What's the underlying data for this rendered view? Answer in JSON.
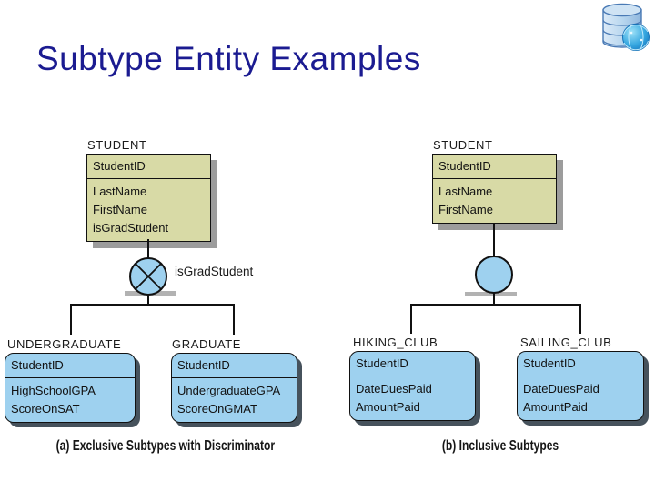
{
  "slide": {
    "title": "Subtype Entity Examples",
    "title_color": "#1b1b91",
    "background_color": "#ffffff"
  },
  "icons": {
    "corner": "database-globe-icon"
  },
  "colors": {
    "supertype_fill": "#d8daa6",
    "subtype_fill": "#9ed1ef",
    "circle_fill": "#9ed1ef",
    "line": "#111111",
    "supertype_shadow": "#9c9c9c",
    "subtype_shadow": "#46525c"
  },
  "diagram_a": {
    "caption": "(a) Exclusive Subtypes with Discriminator",
    "discriminator_label": "isGradStudent",
    "supertype": {
      "name": "STUDENT",
      "pk": "StudentID",
      "attributes": [
        "LastName",
        "FirstName",
        "isGradStudent"
      ]
    },
    "subtypes": [
      {
        "name": "UNDERGRADUATE",
        "pk": "StudentID",
        "attributes": [
          "HighSchoolGPA",
          "ScoreOnSAT"
        ]
      },
      {
        "name": "GRADUATE",
        "pk": "StudentID",
        "attributes": [
          "UndergraduateGPA",
          "ScoreOnGMAT"
        ]
      }
    ]
  },
  "diagram_b": {
    "caption": "(b) Inclusive Subtypes",
    "supertype": {
      "name": "STUDENT",
      "pk": "StudentID",
      "attributes": [
        "LastName",
        "FirstName"
      ]
    },
    "subtypes": [
      {
        "name": "HIKING_CLUB",
        "pk": "StudentID",
        "attributes": [
          "DateDuesPaid",
          "AmountPaid"
        ]
      },
      {
        "name": "SAILING_CLUB",
        "pk": "StudentID",
        "attributes": [
          "DateDuesPaid",
          "AmountPaid"
        ]
      }
    ]
  }
}
